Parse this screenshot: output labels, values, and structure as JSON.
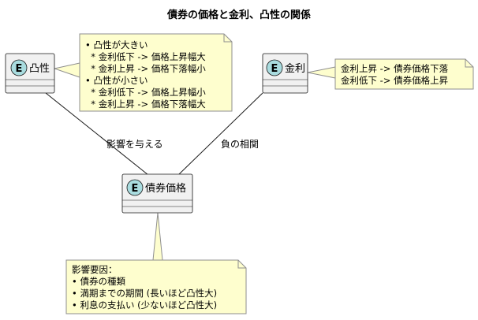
{
  "title": "債券の価格と金利、凸性の関係",
  "entities": {
    "convexity": {
      "badge": "E",
      "name": "凸性"
    },
    "rate": {
      "badge": "E",
      "name": "金利"
    },
    "bond": {
      "badge": "E",
      "name": "債券価格"
    }
  },
  "relations": {
    "convexity_bond": "影響を与える",
    "rate_bond": "負の相関"
  },
  "notes": {
    "convexity": [
      "• 凸性が大きい",
      "  * 金利低下 -> 価格上昇幅大",
      "  * 金利上昇 -> 価格下落幅小",
      "• 凸性が小さい",
      "  * 金利低下 -> 価格上昇幅小",
      "  * 金利上昇 -> 価格下落幅大"
    ],
    "rate": [
      "金利上昇 -> 債券価格下落",
      "金利低下 -> 債券価格上昇"
    ],
    "bond": [
      "影響要因：",
      "• 債券の種類",
      "• 満期までの期間 (長いほど凸性大)",
      "• 利息の支払い (少ないほど凸性大)"
    ]
  },
  "colors": {
    "entity_fill": "#f1f1f1",
    "entity_border": "#181818",
    "badge_fill": "#a9dcdf",
    "note_fill": "#fefece",
    "note_border": "#8f8f8f",
    "line": "#181818"
  }
}
